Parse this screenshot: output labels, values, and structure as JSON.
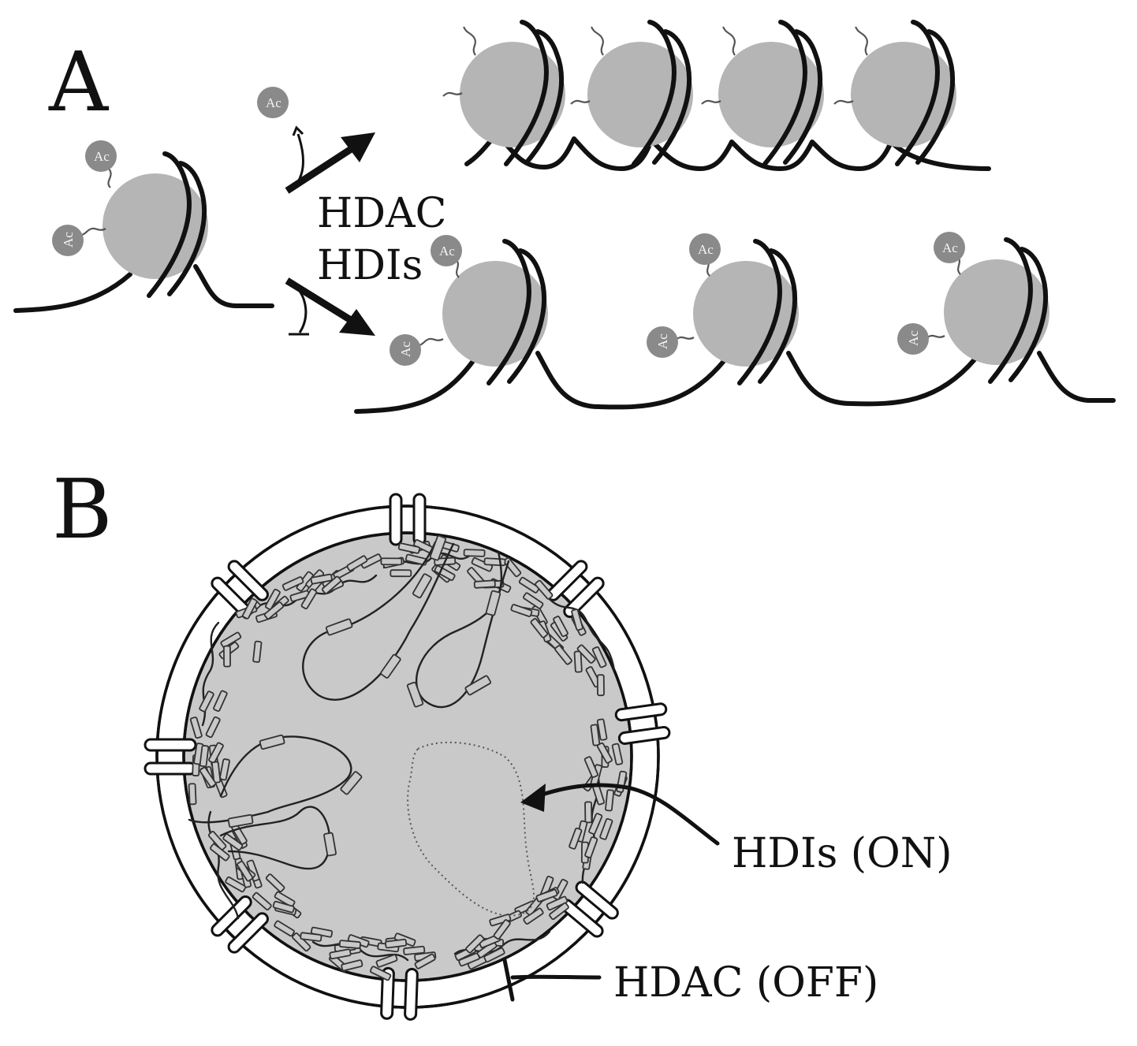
{
  "panels": {
    "a": {
      "letter": "A"
    },
    "b": {
      "letter": "B"
    }
  },
  "panel_a": {
    "enzyme_label": "HDAC",
    "inhibitor_label": "HDIs",
    "acetyl_group_label": "Ac"
  },
  "panel_b": {
    "on_label": "HDIs (ON)",
    "off_label": "HDAC (OFF)"
  },
  "colors": {
    "histone_core": "#b5b5b5",
    "acetyl_group": "#8a8a8a",
    "nucleoplasm": "#c9c9c9",
    "dna": "#111111"
  }
}
